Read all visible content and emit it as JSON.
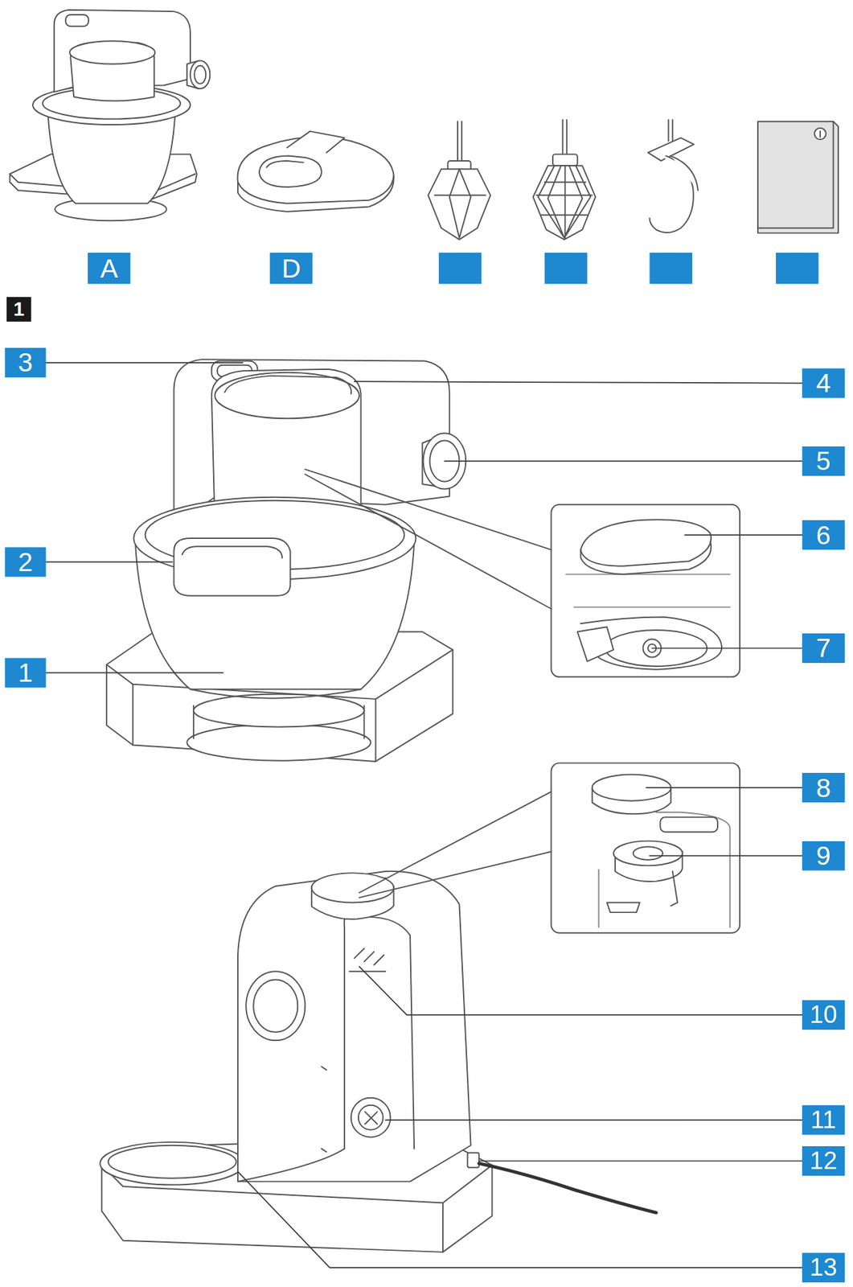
{
  "diagram": {
    "labels": [
      "A",
      "D",
      "1",
      "3",
      "4",
      "5",
      "6",
      "2",
      "7",
      "1",
      "8",
      "9",
      "10",
      "11",
      "12",
      "13"
    ]
  }
}
